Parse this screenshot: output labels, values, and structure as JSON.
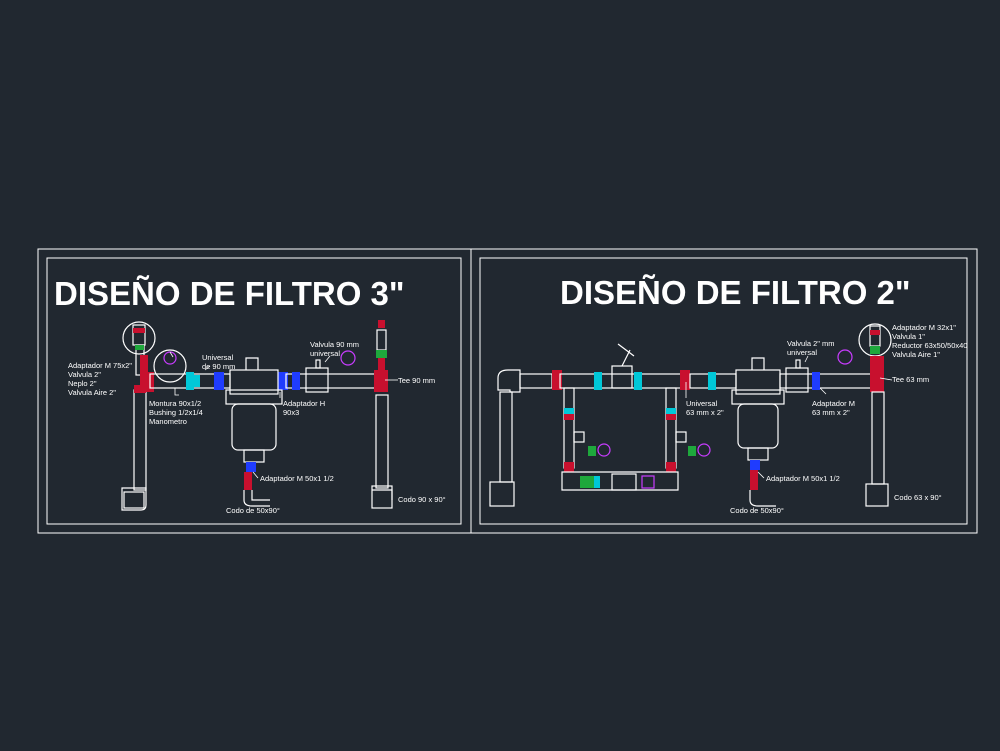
{
  "colors": {
    "background": "#212830",
    "line": "#ffffff",
    "pipe_red": "#c8102e",
    "fitting_blue": "#1f3cff",
    "fitting_cyan": "#00c8d8",
    "valve_green": "#1ea83c",
    "gauge_magenta": "#c83cff"
  },
  "left_panel": {
    "title": "DISEÑO DE FILTRO 3\"",
    "labels": {
      "adaptador_m_75": "Adaptador M  75x2\"",
      "valvula_2": "Valvula 2\"",
      "neplo_2": "Neplo 2\"",
      "valvula_aire_2": "Valvula Aire 2\"",
      "universal_1": "Universal",
      "universal_2": "de 90 mm",
      "valvula_90_1": "Valvula 90 mm",
      "valvula_90_2": "universal",
      "tee_90": "Tee 90 mm",
      "montura": "Montura 90x1/2",
      "bushing": "Bushing 1/2x1/4",
      "manometro": "Manometro",
      "adaptador_h_1": "Adaptador H",
      "adaptador_h_2": "90x3",
      "adaptador_m_50": "Adaptador M 50x1 1/2",
      "codo_50": "Codo de 50x90°",
      "codo_90": "Codo 90 x 90°"
    }
  },
  "right_panel": {
    "title": "DISEÑO DE FILTRO 2\"",
    "labels": {
      "valvula_2mm_1": "Valvula 2\" mm",
      "valvula_2mm_2": "universal",
      "adaptador_m_32": "Adaptador M 32x1\"",
      "valvula_1": "Valvula 1\"",
      "reductor": "Reductor 63x50/50x40",
      "valvula_aire_1": "Valvula Aire 1\"",
      "tee_63": "Tee 63 mm",
      "universal_63_1": "Universal",
      "universal_63_2": "63 mm x 2\"",
      "adaptador_m_63_1": "Adaptador M",
      "adaptador_m_63_2": "63 mm x 2\"",
      "adaptador_m_50": "Adaptador M 50x1 1/2",
      "codo_50": "Codo de 50x90°",
      "codo_63": "Codo 63 x 90°"
    }
  }
}
